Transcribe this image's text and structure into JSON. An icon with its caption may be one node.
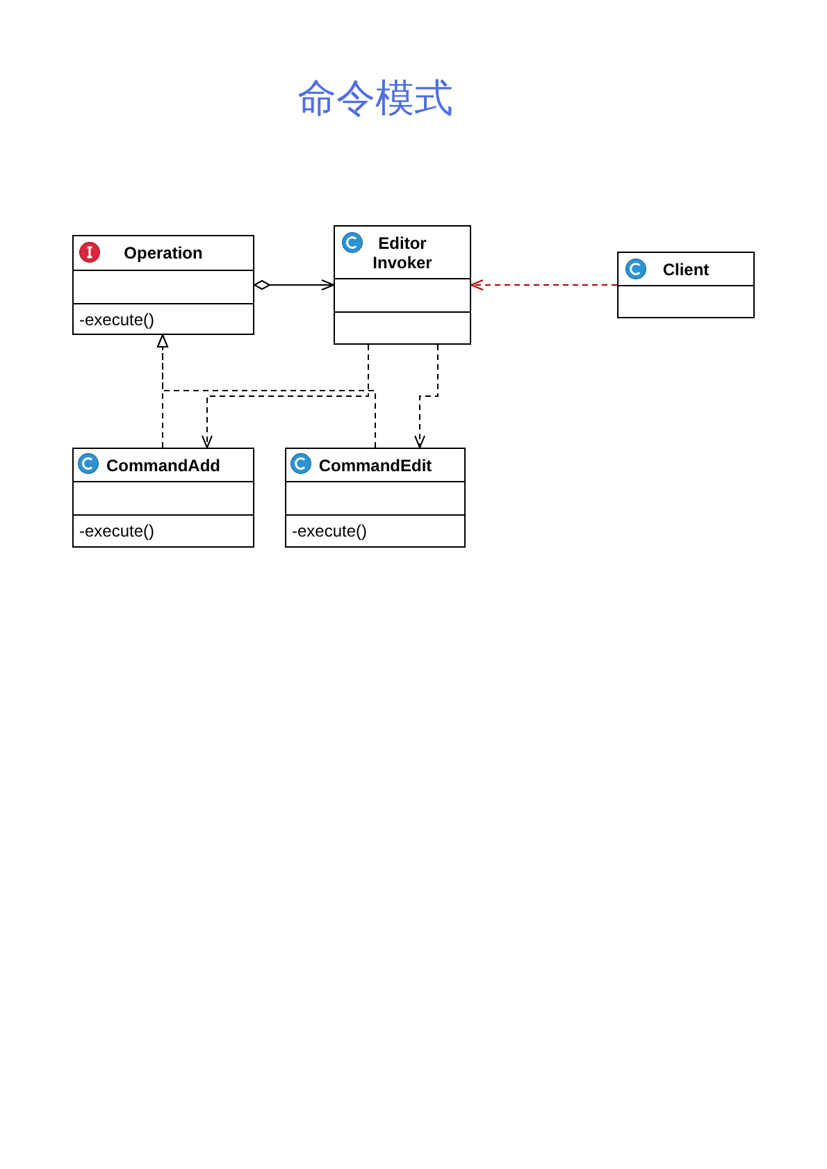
{
  "diagram": {
    "title": "命令模式",
    "nodes": [
      {
        "text": [
          "Operation",
          "-execute()"
        ]
      },
      {
        "text": [
          "Editor Invoker"
        ]
      },
      {
        "text": [
          "Client"
        ]
      },
      {
        "text": [
          "CommandAdd",
          "-execute()"
        ]
      },
      {
        "text": [
          "CommandEdit",
          "-execute()"
        ]
      }
    ],
    "edges": [
      {
        "from": 0,
        "to": 1,
        "arrow": "to"
      },
      {
        "from": 2,
        "to": 1,
        "arrow": "to",
        "style": "dashed",
        "color": "#b20000"
      },
      {
        "from": 3,
        "to": 0,
        "arrow": "to",
        "style": "dashed"
      },
      {
        "from": 4,
        "to": 0,
        "arrow": "to",
        "style": "dashed"
      },
      {
        "from": 1,
        "to": 3,
        "arrow": "to",
        "style": "dashed"
      },
      {
        "from": 1,
        "to": 4,
        "arrow": "to",
        "style": "dashed"
      }
    ]
  }
}
